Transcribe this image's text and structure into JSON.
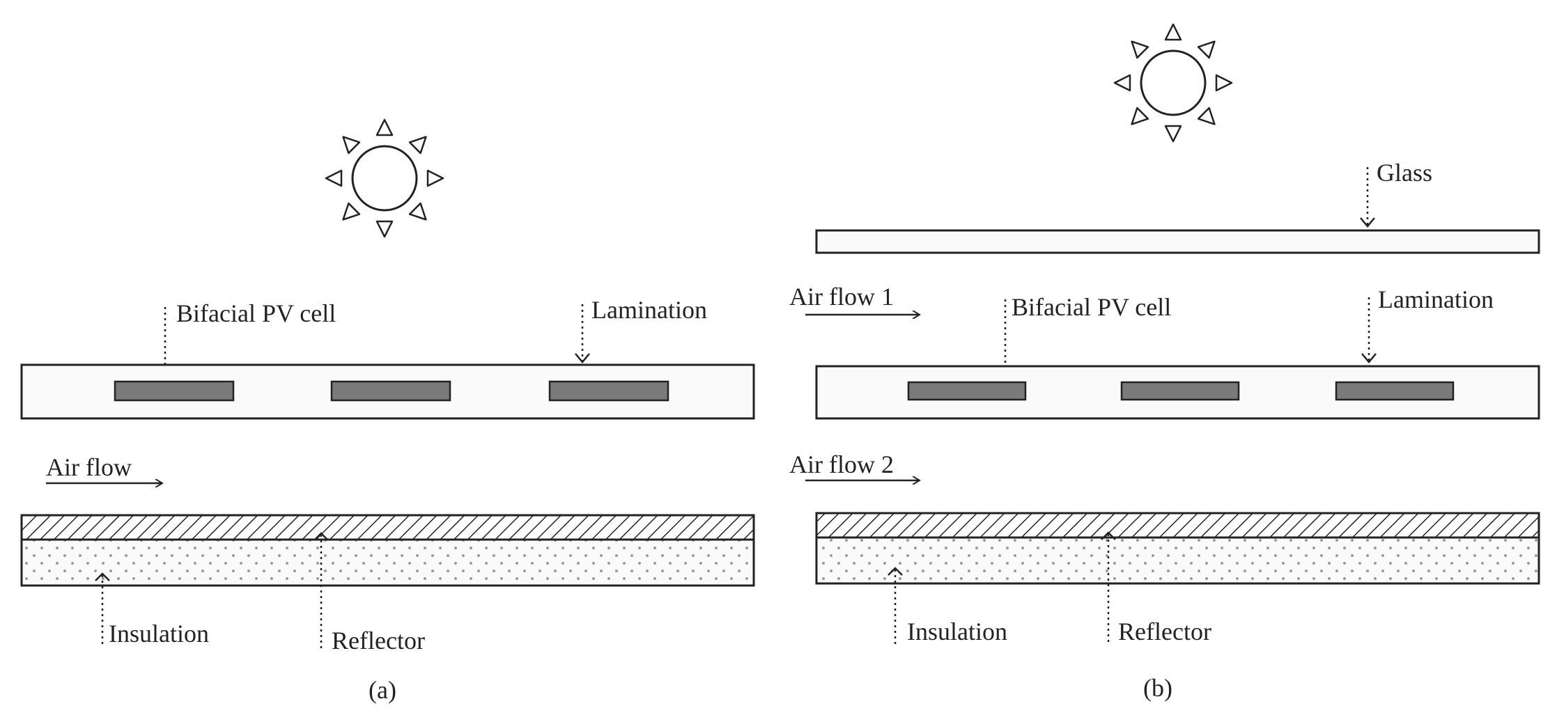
{
  "panel_a": {
    "caption": "(a)",
    "labels": {
      "bifacial_pv_cell": "Bifacial PV cell",
      "lamination": "Lamination",
      "air_flow": "Air flow",
      "insulation": "Insulation",
      "reflector": "Reflector"
    }
  },
  "panel_b": {
    "caption": "(b)",
    "labels": {
      "glass": "Glass",
      "air_flow_1": "Air flow 1",
      "bifacial_pv_cell": "Bifacial PV cell",
      "lamination": "Lamination",
      "air_flow_2": "Air flow 2",
      "insulation": "Insulation",
      "reflector": "Reflector"
    }
  },
  "colors": {
    "stroke": "#222222",
    "cell_fill": "#7a7a7a",
    "laminate_fill": "#fafafa",
    "insulation_dots": "#9a9a9a"
  }
}
